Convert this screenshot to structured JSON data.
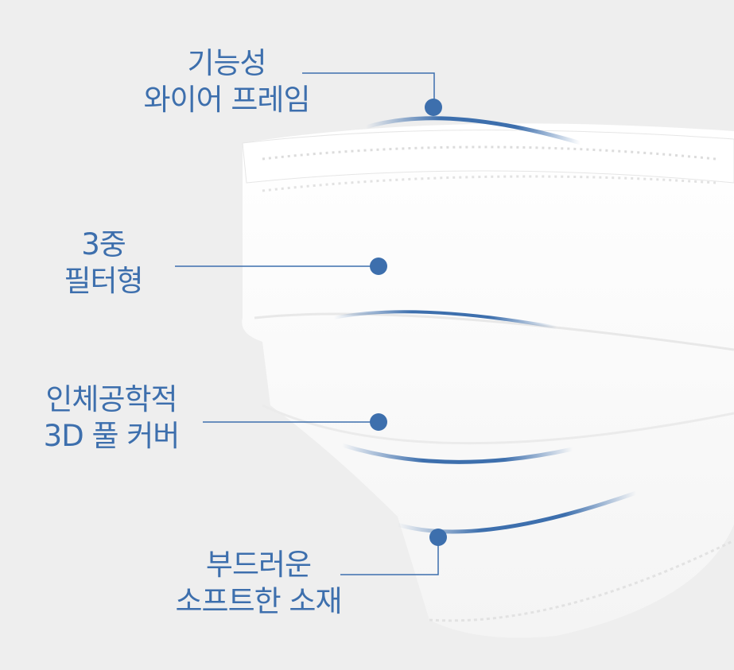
{
  "colors": {
    "accent": "#3d6fad",
    "background": "#eeeeee",
    "mask": "#ffffff"
  },
  "features": [
    {
      "line1": "기능성",
      "line2": "와이어 프레임"
    },
    {
      "line1": "3중",
      "line2": "필터형"
    },
    {
      "line1": "인체공학적",
      "line2": "3D 풀 커버"
    },
    {
      "line1": "부드러운",
      "line2": "소프트한 소재"
    }
  ]
}
